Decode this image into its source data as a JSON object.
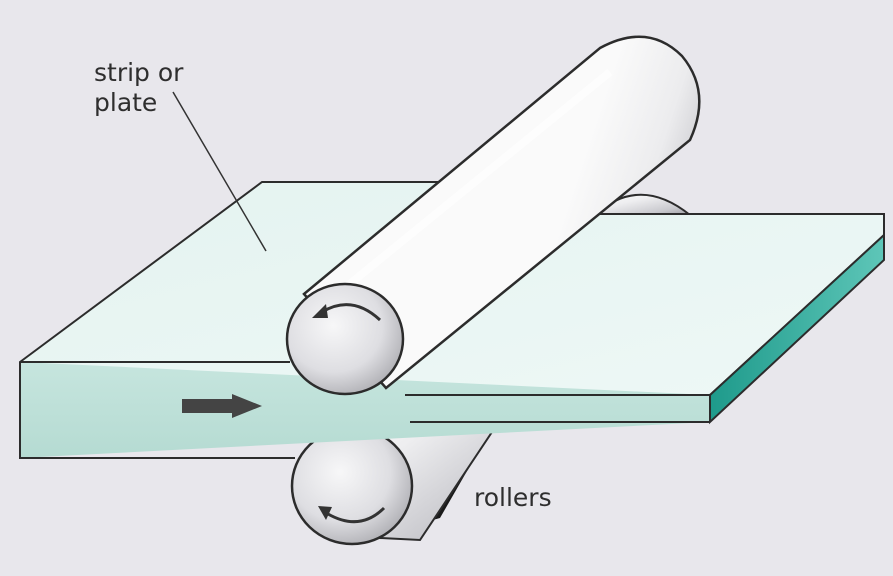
{
  "labels": {
    "strip_line1": "strip or",
    "strip_line2": "plate",
    "rollers": "rollers"
  },
  "colors": {
    "background": "#e8e7ec",
    "plate_top": "#e1f1ee",
    "plate_front": "#bfe0d9",
    "plate_edge": "#2aa898",
    "roller_light": "#f4f4f6",
    "roller_shadow": "#9c9ca2",
    "outline": "#2c2c2c"
  },
  "icons": [
    "arrow-right-icon",
    "rotate-ccw-icon"
  ]
}
